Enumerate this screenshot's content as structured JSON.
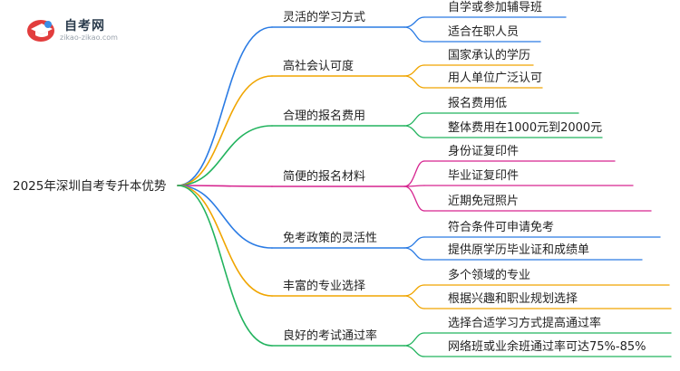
{
  "logo": {
    "title": "自考网",
    "url": "zikao-zikao.com",
    "icon": "graduation-cap-icon"
  },
  "mindmap": {
    "root": "2025年深圳自考专升本优势",
    "branches": [
      {
        "label": "灵活的学习方式",
        "color": "#2a7be4",
        "children": [
          "自学或参加辅导班",
          "适合在职人员"
        ]
      },
      {
        "label": "高社会认可度",
        "color": "#f0a500",
        "children": [
          "国家承认的学历",
          "用人单位广泛认可"
        ]
      },
      {
        "label": "合理的报名费用",
        "color": "#22b35e",
        "children": [
          "报名费用低",
          "整体费用在1000元到2000元"
        ]
      },
      {
        "label": "简便的报名材料",
        "color": "#d6248f",
        "children": [
          "身份证复印件",
          "毕业证复印件",
          "近期免冠照片"
        ]
      },
      {
        "label": "免考政策的灵活性",
        "color": "#2a7be4",
        "children": [
          "符合条件可申请免考",
          "提供原学历毕业证和成绩单"
        ]
      },
      {
        "label": "丰富的专业选择",
        "color": "#f0a500",
        "children": [
          "多个领域的专业",
          "根据兴趣和职业规划选择"
        ]
      },
      {
        "label": "良好的考试通过率",
        "color": "#22b35e",
        "children": [
          "选择合适学习方式提高通过率",
          "网络班或业余班通过率可达75%-85%"
        ]
      }
    ]
  }
}
